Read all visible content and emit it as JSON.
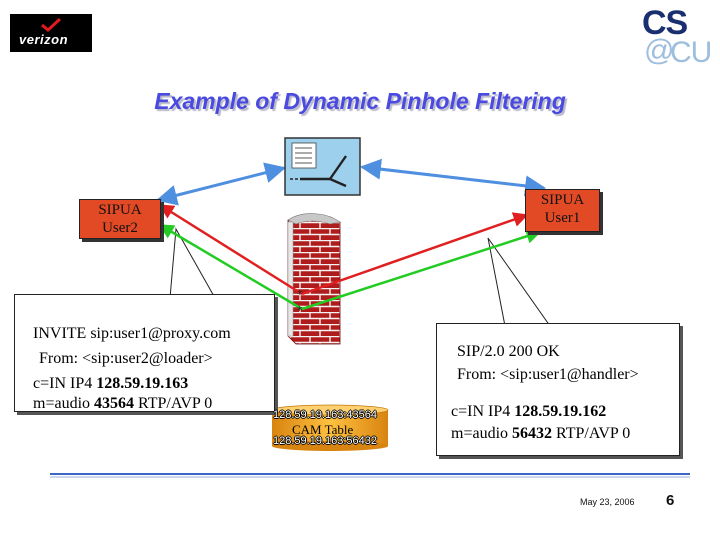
{
  "title": "Example of Dynamic Pinhole Filtering",
  "logos": {
    "left": {
      "icon": "verizon-logo",
      "text": "verizon"
    },
    "right": {
      "icon": "cs-columbia-logo",
      "line1": "CS",
      "line2_at": "@",
      "line2": "CU"
    }
  },
  "nodes": {
    "user2": {
      "line1": "SIPUA",
      "line2": "User2"
    },
    "user1": {
      "line1": "SIPUA",
      "line2": "User1"
    },
    "proxy": {
      "icon": "sip-proxy-server-icon"
    },
    "firewall": {
      "icon": "brick-firewall-icon"
    },
    "cam_table": {
      "label": "CAM Table",
      "entries": [
        "128.59.19.163:43564",
        "128.59.19.163:56432"
      ]
    }
  },
  "callout_left": {
    "line1": "INVITE sip:user1@proxy.com",
    "line2": "From: <sip:user2@loader>",
    "line3_prefix": "c=IN IP4 ",
    "line3_bold": "128.59.19.163",
    "line4_prefix": "m=audio ",
    "line4_bold": "43564",
    "line4_suffix": " RTP/AVP 0"
  },
  "callout_right": {
    "line1": "SIP/2.0 200 OK",
    "line2": "From: <sip:user1@handler>",
    "line3_prefix": "c=IN IP4 ",
    "line3_bold": "128.59.19.162",
    "line4_prefix": "m=audio ",
    "line4_bold": "56432",
    "line4_suffix": " RTP/AVP 0"
  },
  "footer": {
    "date": "May 23, 2006",
    "page": "6"
  },
  "colors": {
    "title": "#4a4ae0",
    "signaling_arrow": "#4f8fe0",
    "red_path": "#e02020",
    "green_path": "#22cc22",
    "ua_box": "#e24a26",
    "brick": "#b01c1c",
    "cam_cylinder": "#f0a020",
    "footer_line": "#3a66c8"
  }
}
